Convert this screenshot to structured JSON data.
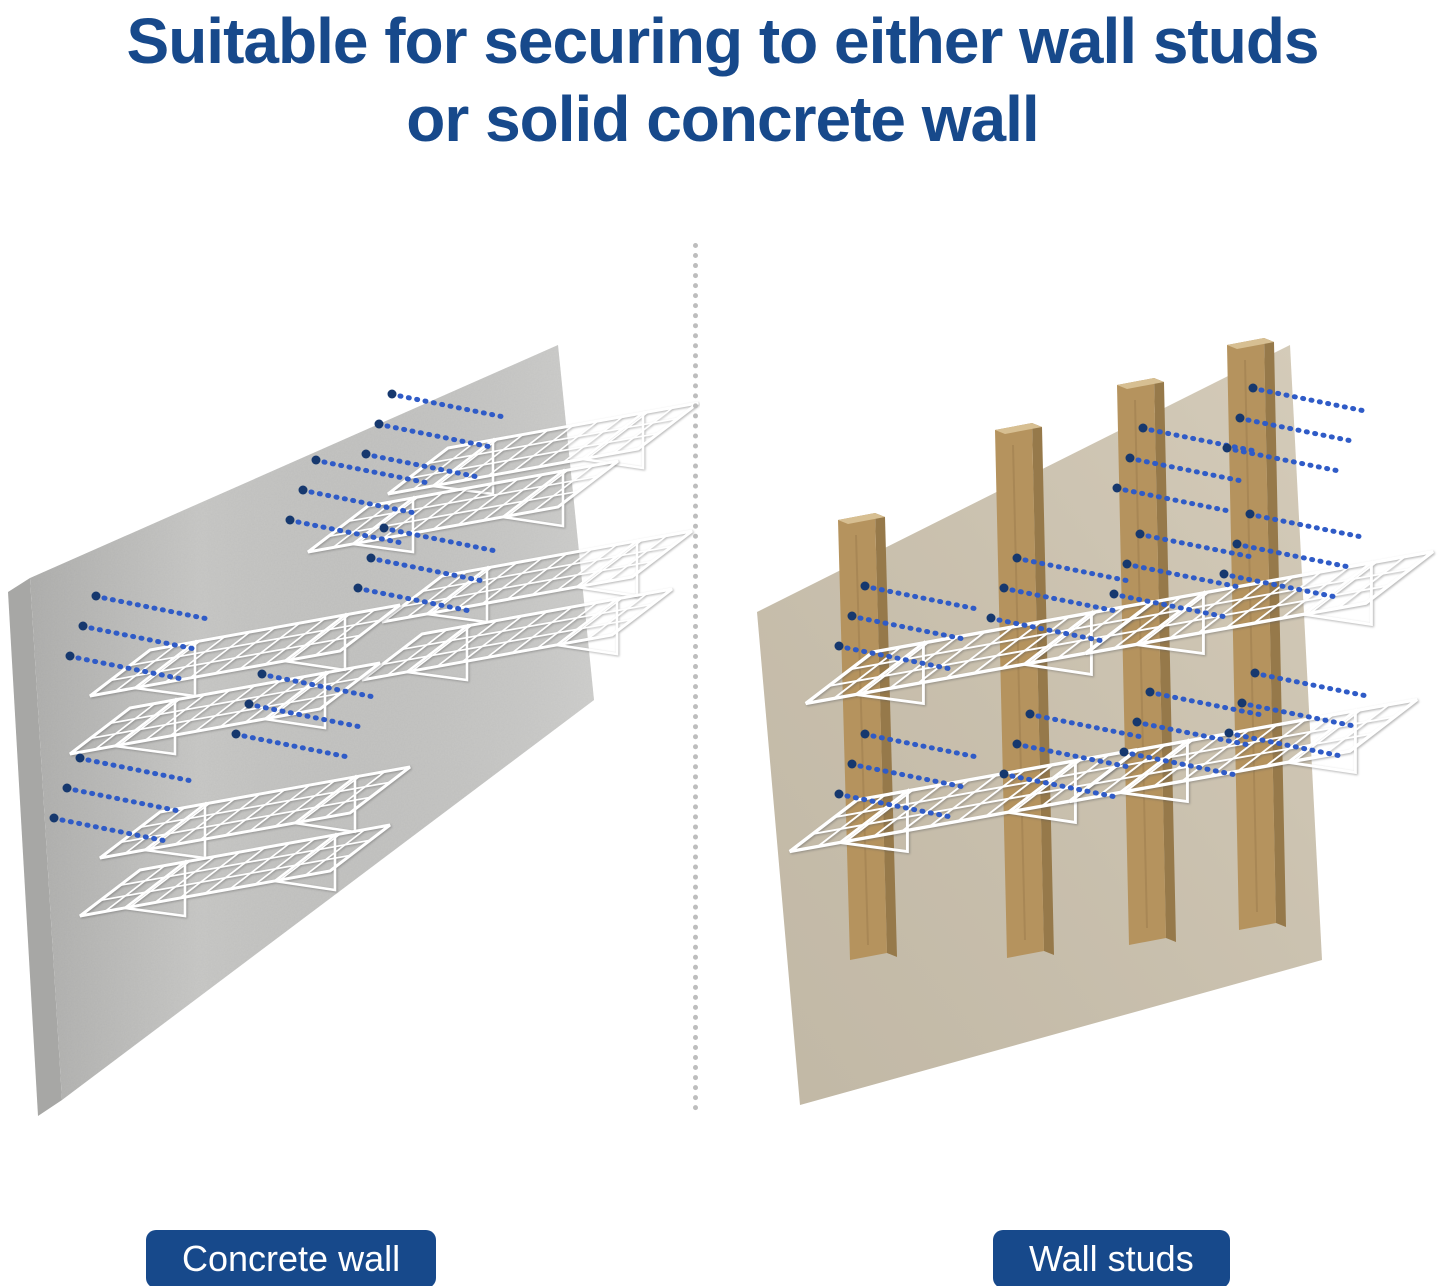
{
  "title": {
    "line1": "Suitable for securing to either wall studs",
    "line2": "or solid concrete wall"
  },
  "panels": {
    "left": {
      "label": "Concrete wall"
    },
    "right": {
      "label": "Wall studs"
    }
  },
  "colors": {
    "heading_navy": "#17498b",
    "label_bg_navy": "#17498b",
    "label_text": "#ffffff",
    "screw_line_blue": "#2f5bc7",
    "screw_dot_navy": "#16386e",
    "concrete_gray": "#c9c9c7",
    "concrete_side_gray": "#a7a7a5",
    "stud_panel_tan": "#d0c6b2",
    "wood_front": "#b5935e",
    "wood_side": "#96794a",
    "wood_top": "#d7bf92",
    "shelf_white": "#ffffff",
    "divider_gray": "#bdbdbd",
    "background": "#ffffff"
  }
}
